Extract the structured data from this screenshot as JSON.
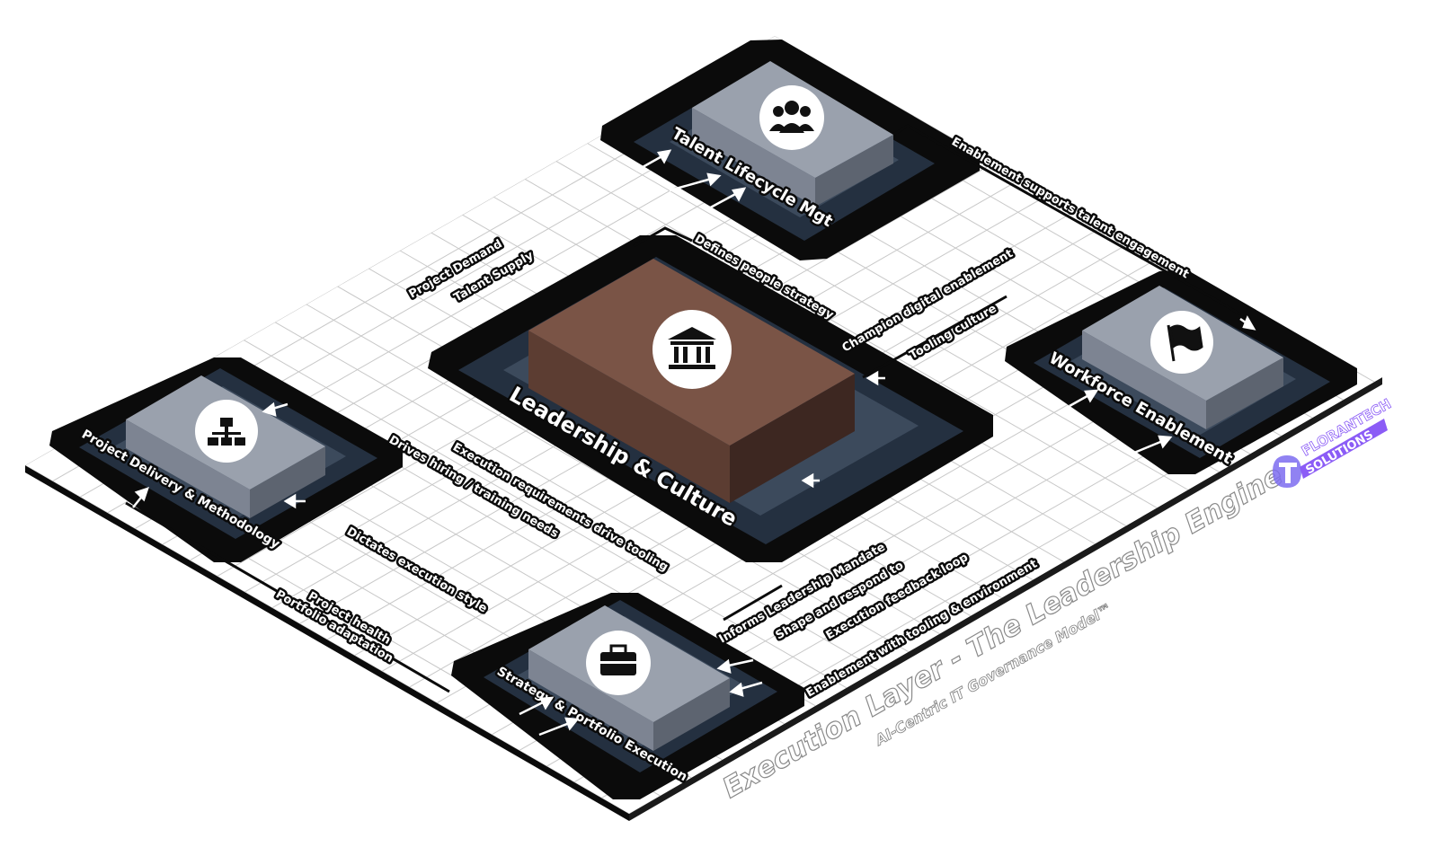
{
  "colors": {
    "platform_dark": "#0b0b0b",
    "ring_navy": "#243040",
    "ring_slate": "#3c4a5c",
    "box_top_gray": "#9aa1ad",
    "box_front_gray": "#7d8492",
    "box_side_gray": "#5d6470",
    "center_top": "#7a5446",
    "center_front": "#5c3d32",
    "center_side": "#3d2721",
    "grid_line": "#c8c8c8",
    "brand_accent": "#8b5cf6"
  },
  "title": {
    "main": "Execution Layer - The Leadership Engine",
    "subtitle": "AI-Centric IT Governance Model™"
  },
  "brand": {
    "top": "FLORANTECH",
    "bottom": "SOLUTIONS",
    "icon": "brand-t-logo-icon"
  },
  "nodes": {
    "center": {
      "label": "Leadership & Culture",
      "icon": "institution-icon"
    },
    "talent": {
      "label": "Talent Lifecycle Mgt",
      "icon": "people-group-icon"
    },
    "workforce": {
      "label": "Workforce Enablement",
      "icon": "flag-icon"
    },
    "project": {
      "label": "Project Delivery & Methodology",
      "icon": "org-chart-icon"
    },
    "strategy": {
      "label": "Strategy & Portfolio Execution",
      "icon": "briefcase-icon"
    }
  },
  "connectors": {
    "defines_people_strategy": "Defines people strategy",
    "enablement_supports_talent": "Enablement supports talent engagement",
    "champion_digital": "Champion digital enablement",
    "tooling_culture": "Tooling culture",
    "project_demand": "Project Demand",
    "talent_supply": "Talent Supply",
    "drives_hiring": "Drives hiring / training needs",
    "execution_requirements": "Execution requirements drive tooling",
    "dictates_execution": "Dictates execution style",
    "project_health": "Project health",
    "portfolio_adaptation": "Portfolio adaptation",
    "informs_leadership": "Informs Leadership Mandate",
    "shape_respond": "Shape and respond to",
    "execution_feedback": "Execution feedback loop",
    "enablement_tooling": "Enablement with tooling & environment"
  }
}
